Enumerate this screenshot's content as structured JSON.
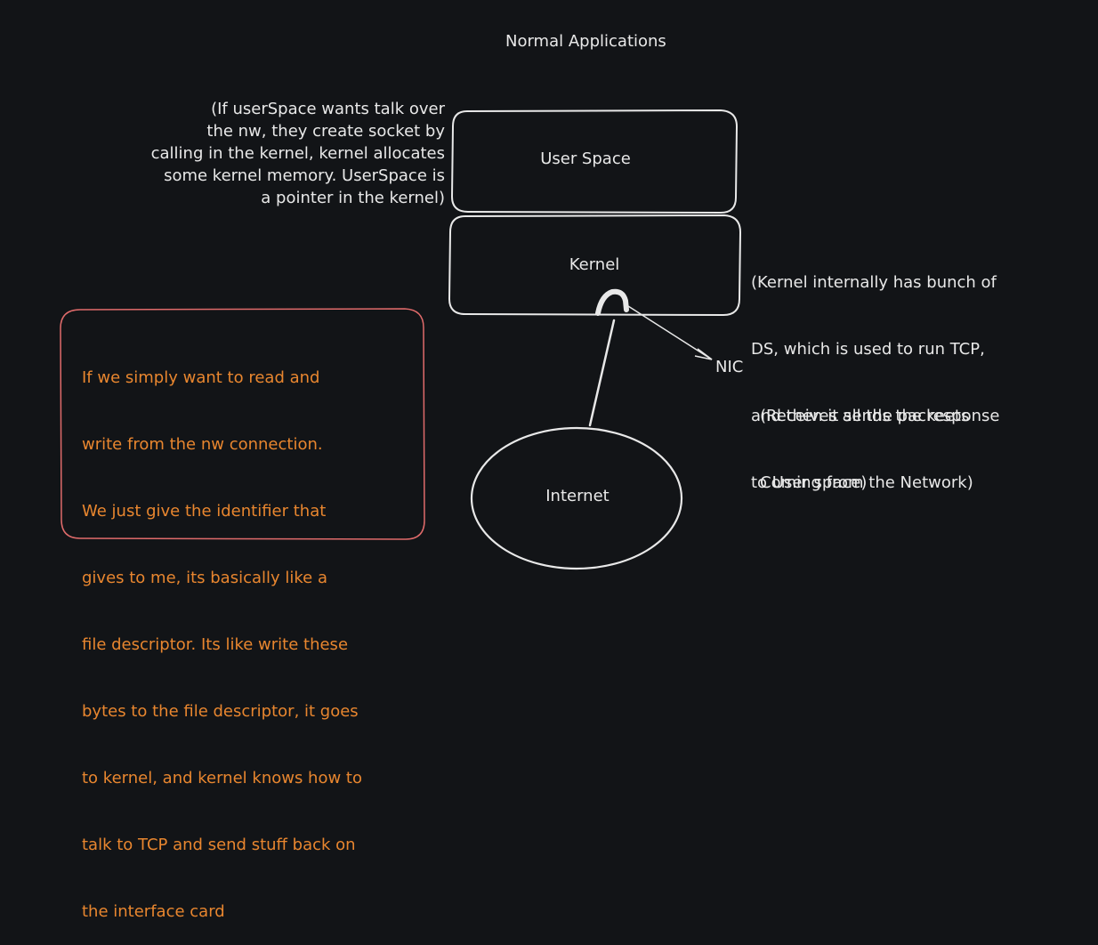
{
  "title": "Normal Applications",
  "boxes": {
    "user_space": "User Space",
    "kernel": "Kernel",
    "internet": "Internet",
    "nic": "NIC"
  },
  "notes": {
    "userspace_note": [
      "(If userSpace wants talk over",
      "the nw, they create socket by",
      "calling in the kernel, kernel allocates",
      "some kernel memory. UserSpace is",
      "a pointer in the kernel)"
    ],
    "kernel_note": [
      "(Kernel internally has bunch of",
      "DS, which is used to run TCP,",
      "and then it sends the response",
      "to User space)"
    ],
    "nic_note": [
      "(Receives all the packeets",
      "Coming from the Network)"
    ],
    "orange_note": [
      "If we simply want to read and",
      "write from the nw connection.",
      "We just give the identifier that",
      "gives to me, its basically like a",
      "file descriptor. Its like write these",
      "bytes to the file descriptor, it goes",
      "to kernel, and kernel knows how to",
      "talk to TCP and send stuff back on",
      "the interface card"
    ]
  },
  "colors": {
    "background": "#121417",
    "stroke": "#e8e8e8",
    "orange_text": "#e8862f",
    "red_border": "#e06b6b"
  }
}
